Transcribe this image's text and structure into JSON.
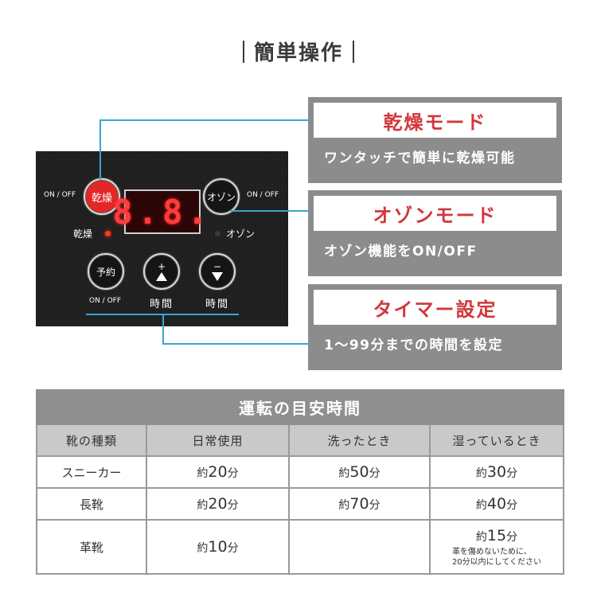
{
  "page_title": "簡単操作",
  "panel": {
    "dry_button_label": "乾燥",
    "dry_onoff_label": "ON / OFF",
    "display_value": "8.8.",
    "dry_indicator_label": "乾燥",
    "ozone_button_label": "オゾン",
    "ozone_onoff_label": "ON / OFF",
    "ozone_indicator_label": "オゾン",
    "reserve_button_label": "予約",
    "reserve_onoff_label": "ON / OFF",
    "plus_symbol": "+",
    "minus_symbol": "−",
    "time_up_label": "時間",
    "time_down_label": "時間",
    "dry_led_color": "#ff3a1a",
    "ozone_led_color": "#3a3a3a"
  },
  "features": [
    {
      "title": "乾燥モード",
      "description": "ワンタッチで簡単に乾燥可能"
    },
    {
      "title": "オゾンモード",
      "description": "オゾン機能をON/OFF"
    },
    {
      "title": "タイマー設定",
      "description": "1〜99分までの時間を設定"
    }
  ],
  "colors": {
    "accent_red": "#d2363b",
    "connector_blue": "#3aa5d0",
    "box_gray": "#8c8c8c"
  },
  "table": {
    "title": "運転の目安時間",
    "headers": [
      "靴の種類",
      "日常使用",
      "洗ったとき",
      "湿っているとき"
    ],
    "rows": [
      {
        "type": "スニーカー",
        "daily": {
          "prefix": "約",
          "num": "20",
          "unit": "分"
        },
        "washed": {
          "prefix": "約",
          "num": "50",
          "unit": "分"
        },
        "damp": {
          "prefix": "約",
          "num": "30",
          "unit": "分"
        }
      },
      {
        "type": "長靴",
        "daily": {
          "prefix": "約",
          "num": "20",
          "unit": "分"
        },
        "washed": {
          "prefix": "約",
          "num": "70",
          "unit": "分"
        },
        "damp": {
          "prefix": "約",
          "num": "40",
          "unit": "分"
        }
      },
      {
        "type": "革靴",
        "daily": {
          "prefix": "約",
          "num": "10",
          "unit": "分"
        },
        "washed": {
          "prefix": "",
          "num": "",
          "unit": ""
        },
        "damp": {
          "prefix": "約",
          "num": "15",
          "unit": "分",
          "note_line1": "革を傷めないために、",
          "note_line2": "20分以内にしてください"
        }
      }
    ]
  }
}
